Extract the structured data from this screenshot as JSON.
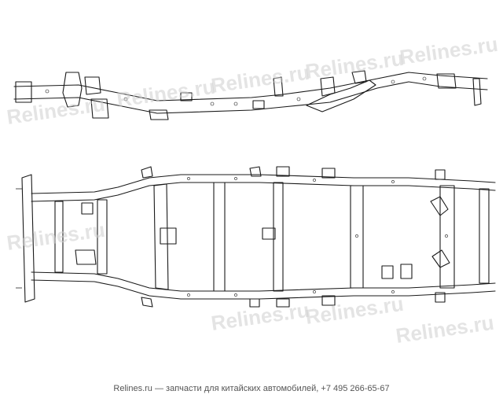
{
  "watermark": {
    "text": "Relines.ru"
  },
  "footer": {
    "text": "Relines.ru — запчасти для китайских автомобилей, +7 495 266-65-67"
  },
  "icons": {
    "side_view": "frame-side-view-drawing",
    "top_view": "frame-top-view-drawing"
  }
}
